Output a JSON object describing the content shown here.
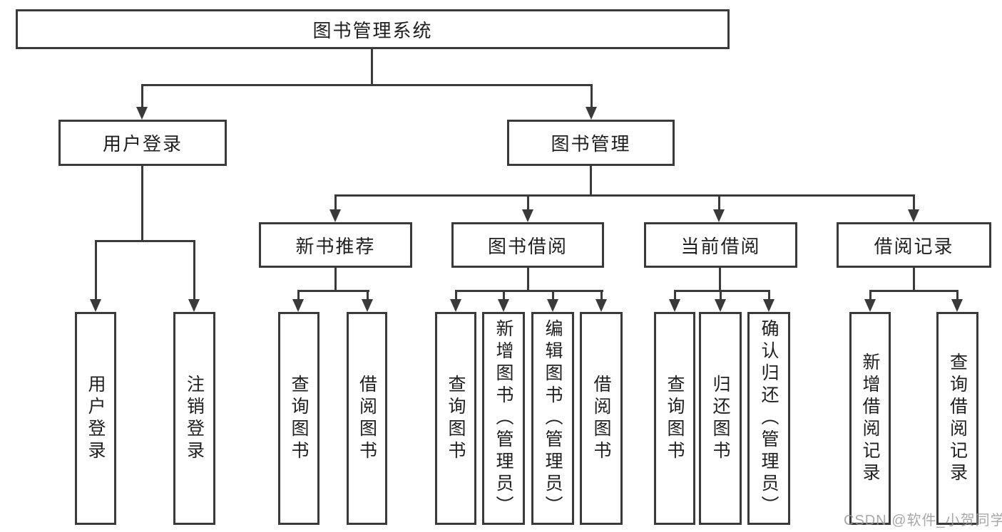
{
  "tree": {
    "label": "图书管理系统",
    "children": [
      {
        "label": "用户登录",
        "children": [
          {
            "label": "用户登录"
          },
          {
            "label": "注销登录"
          }
        ]
      },
      {
        "label": "图书管理",
        "children": [
          {
            "label": "新书推荐",
            "children": [
              {
                "label": "查询图书"
              },
              {
                "label": "借阅图书"
              }
            ]
          },
          {
            "label": "图书借阅",
            "children": [
              {
                "label": "查询图书"
              },
              {
                "label": "新增图书（管理员）"
              },
              {
                "label": "编辑图书（管理员）"
              },
              {
                "label": "借阅图书"
              }
            ]
          },
          {
            "label": "当前借阅",
            "children": [
              {
                "label": "查询图书"
              },
              {
                "label": "归还图书"
              },
              {
                "label": "确认归还（管理员）"
              }
            ]
          },
          {
            "label": "借阅记录",
            "children": [
              {
                "label": "新增借阅记录"
              },
              {
                "label": "查询借阅记录"
              }
            ]
          }
        ]
      }
    ]
  },
  "watermark": "CSDN @软件_小贺同学",
  "colors": {
    "line": "#3a3a3a",
    "text": "#1f1f1f",
    "watermark": "#999999",
    "bg": "#ffffff"
  }
}
